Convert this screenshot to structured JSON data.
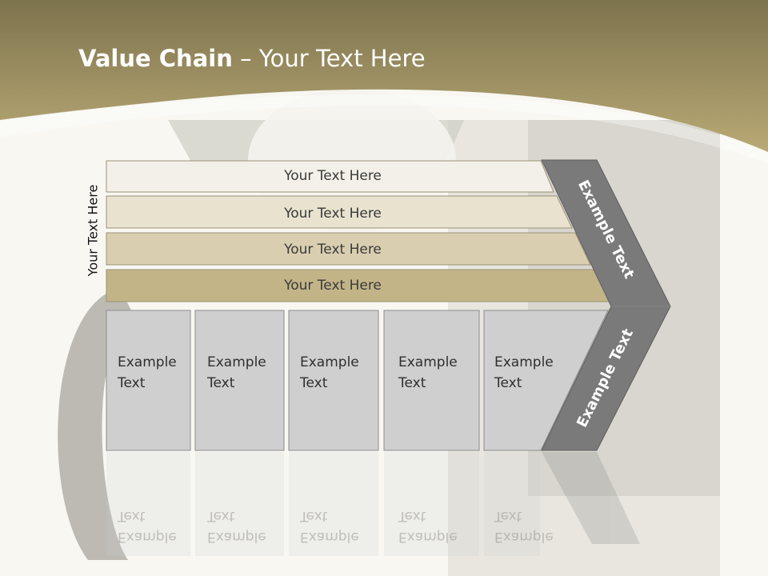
{
  "title": {
    "bold": "Value Chain",
    "rest": " – Your Text Here"
  },
  "side_label": "Your Text Here",
  "bars": [
    {
      "label": "Your Text Here",
      "color": "#f2f0e8"
    },
    {
      "label": "Your Text Here",
      "color": "#e8e2cf"
    },
    {
      "label": "Your Text Here",
      "color": "#d9ceb0"
    },
    {
      "label": "Your Text Here",
      "color": "#c3b488"
    }
  ],
  "boxes": [
    {
      "line1": "Example",
      "line2": "Text"
    },
    {
      "line1": "Example",
      "line2": "Text"
    },
    {
      "line1": "Example",
      "line2": "Text"
    },
    {
      "line1": "Example",
      "line2": "Text"
    },
    {
      "line1": "Example",
      "line2": "Text"
    }
  ],
  "chevron": {
    "upper": "Example Text",
    "lower": "Example Text",
    "color": "#7a7a7a"
  },
  "colors": {
    "header_top": "#807651",
    "header_bottom": "#b8a874",
    "box": "#cfcfcf"
  }
}
